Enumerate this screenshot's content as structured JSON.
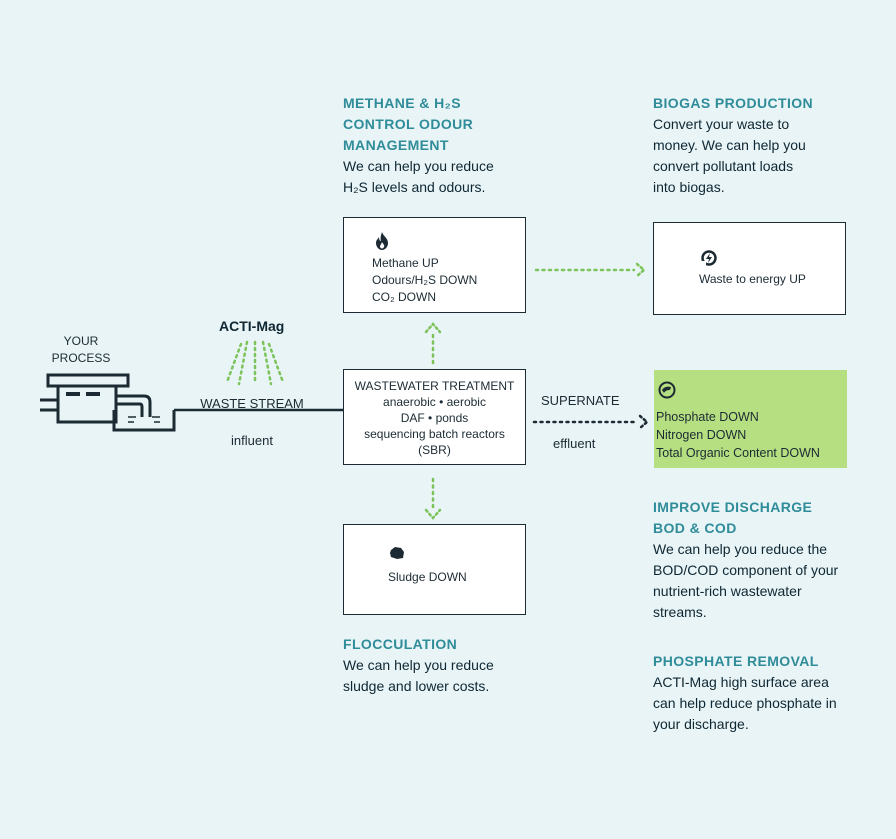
{
  "methane": {
    "heading_line1": "METHANE & H₂S",
    "heading_line2": "CONTROL ODOUR",
    "heading_line3": "MANAGEMENT",
    "body_line1": "We can help you reduce",
    "body_line2": "H₂S levels and odours."
  },
  "biogas": {
    "heading": "BIOGAS PRODUCTION",
    "body_line1": "Convert your waste to",
    "body_line2": "money. We can help you",
    "body_line3": "convert pollutant loads",
    "body_line4": "into biogas."
  },
  "methane_box": {
    "icon": "flame-icon",
    "line1": "Methane UP",
    "line2": "Odours/H₂S DOWN",
    "line3": "CO₂ DOWN"
  },
  "energy_box": {
    "icon": "recycle-energy-icon",
    "line1": "Waste to energy UP"
  },
  "process": {
    "label_line1": "YOUR",
    "label_line2": "PROCESS",
    "icon": "tank-icon"
  },
  "acti_mag": {
    "label": "ACTI-Mag",
    "stream": "WASTE STREAM",
    "influent": "influent"
  },
  "treatment_box": {
    "line1": "WASTEWATER TREATMENT",
    "line2": "anaerobic • aerobic",
    "line3": "DAF • ponds",
    "line4": "sequencing batch reactors",
    "line5": "(SBR)"
  },
  "supernate": {
    "label": "SUPERNATE",
    "effluent": "effluent"
  },
  "discharge_box": {
    "icon": "drop-icon",
    "line1": "Phosphate DOWN",
    "line2": "Nitrogen DOWN",
    "line3": "Total Organic Content DOWN",
    "color": "#b6df82"
  },
  "sludge_box": {
    "icon": "sludge-icon",
    "line1": "Sludge DOWN"
  },
  "flocculation": {
    "heading": "FLOCCULATION",
    "body_line1": "We can help you reduce",
    "body_line2": "sludge and lower costs."
  },
  "improve": {
    "heading_line1": "IMPROVE DISCHARGE",
    "heading_line2": "BOD & COD",
    "body_line1": "We can help you reduce the",
    "body_line2": "BOD/COD component of your",
    "body_line3": "nutrient-rich wastewater",
    "body_line4": "streams."
  },
  "phosphate": {
    "heading": "PHOSPHATE REMOVAL",
    "body_line1": "ACTI-Mag high surface area",
    "body_line2": "can help reduce phosphate in",
    "body_line3": "your discharge."
  },
  "colors": {
    "background": "#e8f4f6",
    "heading": "#2f8c99",
    "arrow": "#7cc35a",
    "green_box": "#b6df82"
  }
}
